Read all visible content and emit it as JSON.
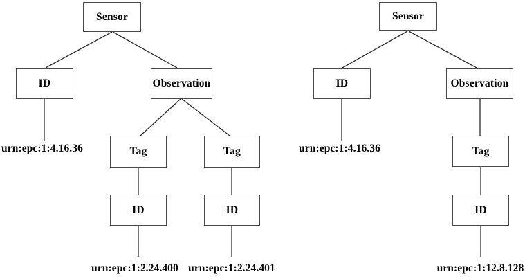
{
  "diagram": {
    "colors": {
      "background": "#ffffff",
      "box_border": "#4a4a4a",
      "box_fill": "#ffffff",
      "line": "#2b2b2b",
      "text": "#000000"
    },
    "left_tree": {
      "sensor": "Sensor",
      "id": "ID",
      "id_value": "urn:epc:1:4.16.36",
      "observation": "Observation",
      "tag_1": "Tag",
      "tag_1_id": "ID",
      "tag_1_id_value": "urn:epc:1:2.24.400",
      "tag_2": "Tag",
      "tag_2_id": "ID",
      "tag_2_id_value": "urn:epc:1:2.24.401"
    },
    "right_tree": {
      "sensor": "Sensor",
      "id": "ID",
      "id_value": "urn:epc:1:4.16.36",
      "observation": "Observation",
      "tag": "Tag",
      "tag_id": "ID",
      "tag_id_value": "urn:epc:1:12.8.128"
    }
  }
}
